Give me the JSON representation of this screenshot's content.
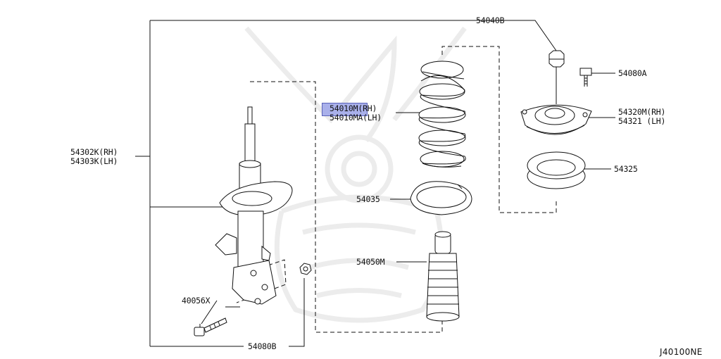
{
  "parts": {
    "upper_nut": "54040B",
    "mount_bolt": "54080A",
    "mount_rh": "54320M(RH)",
    "mount_lh": "54321 (LH)",
    "bearing": "54325",
    "spring_rh": "54010M(RH)",
    "spring_lh": "54010MA(LH)",
    "spring_seat": "54035",
    "bound_bumper": "54050M",
    "strut_rh": "54302K(RH)",
    "strut_lh": "54303K(LH)",
    "lower_bolt": "40056X",
    "lower_nut": "54080B"
  },
  "diagram_code": "J40100NE",
  "highlighted_part": "54010M",
  "colors": {
    "line": "#111111",
    "highlight": "#a9b0ea",
    "watermark": "#ececec"
  }
}
